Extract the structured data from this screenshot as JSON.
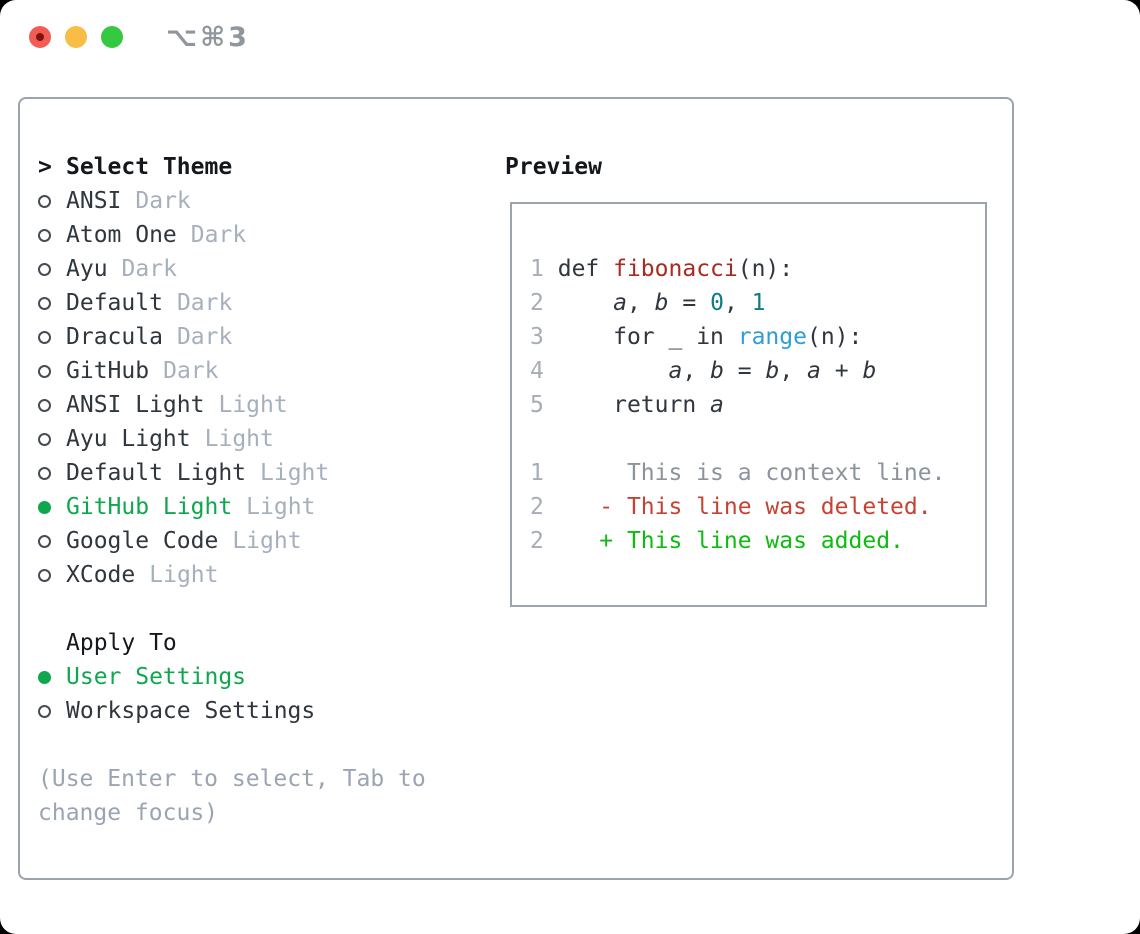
{
  "window": {
    "title": "⌥⌘3",
    "buttons": {
      "close": "close",
      "minimize": "minimize",
      "zoom": "zoom"
    }
  },
  "theme_list": {
    "header_prefix": ">",
    "header": "Select Theme",
    "items": [
      {
        "name": "ANSI",
        "tag": "Dark",
        "selected": false
      },
      {
        "name": "Atom One",
        "tag": "Dark",
        "selected": false
      },
      {
        "name": "Ayu",
        "tag": "Dark",
        "selected": false
      },
      {
        "name": "Default",
        "tag": "Dark",
        "selected": false
      },
      {
        "name": "Dracula",
        "tag": "Dark",
        "selected": false
      },
      {
        "name": "GitHub",
        "tag": "Dark",
        "selected": false
      },
      {
        "name": "ANSI Light",
        "tag": "Light",
        "selected": false
      },
      {
        "name": "Ayu Light",
        "tag": "Light",
        "selected": false
      },
      {
        "name": "Default Light",
        "tag": "Light",
        "selected": false
      },
      {
        "name": "GitHub Light",
        "tag": "Light",
        "selected": true
      },
      {
        "name": "Google Code",
        "tag": "Light",
        "selected": false
      },
      {
        "name": "XCode",
        "tag": "Light",
        "selected": false
      }
    ]
  },
  "apply_to": {
    "header": "Apply To",
    "options": [
      {
        "name": "User Settings",
        "selected": true
      },
      {
        "name": "Workspace Settings",
        "selected": false
      }
    ]
  },
  "help_text": "(Use Enter to select, Tab to change focus)",
  "preview": {
    "header": "Preview",
    "code_lines": [
      {
        "num": "1",
        "tokens": [
          {
            "text": "def ",
            "type": "plain"
          },
          {
            "text": "fibonacci",
            "type": "func"
          },
          {
            "text": "(n):",
            "type": "plain"
          }
        ]
      },
      {
        "num": "2",
        "tokens": [
          {
            "text": "    ",
            "type": "plain"
          },
          {
            "text": "a",
            "type": "var"
          },
          {
            "text": ", ",
            "type": "plain"
          },
          {
            "text": "b",
            "type": "var"
          },
          {
            "text": " = ",
            "type": "plain"
          },
          {
            "text": "0",
            "type": "num"
          },
          {
            "text": ", ",
            "type": "plain"
          },
          {
            "text": "1",
            "type": "num"
          }
        ]
      },
      {
        "num": "3",
        "tokens": [
          {
            "text": "    for _ in ",
            "type": "plain"
          },
          {
            "text": "range",
            "type": "builtin"
          },
          {
            "text": "(n):",
            "type": "plain"
          }
        ]
      },
      {
        "num": "4",
        "tokens": [
          {
            "text": "        ",
            "type": "plain"
          },
          {
            "text": "a",
            "type": "var"
          },
          {
            "text": ", ",
            "type": "plain"
          },
          {
            "text": "b",
            "type": "var"
          },
          {
            "text": " = ",
            "type": "plain"
          },
          {
            "text": "b",
            "type": "var"
          },
          {
            "text": ", ",
            "type": "plain"
          },
          {
            "text": "a",
            "type": "var"
          },
          {
            "text": " + ",
            "type": "plain"
          },
          {
            "text": "b",
            "type": "var"
          }
        ]
      },
      {
        "num": "5",
        "tokens": [
          {
            "text": "    return ",
            "type": "plain"
          },
          {
            "text": "a",
            "type": "var"
          }
        ]
      }
    ],
    "diff_lines": [
      {
        "num": "1",
        "marker": " ",
        "text": "This is a context line.",
        "type": "context"
      },
      {
        "num": "2",
        "marker": "-",
        "text": "This line was deleted.",
        "type": "deleted"
      },
      {
        "num": "2",
        "marker": "+",
        "text": "This line was added.",
        "type": "added"
      }
    ]
  },
  "colors": {
    "accent_green": "#0fa74e",
    "added_green": "#0dbc10",
    "deleted_red": "#c64232",
    "function_red": "#a82b21",
    "number_teal": "#0f7b82",
    "builtin_blue": "#2f9ed4",
    "muted_gray": "#a6b0bd",
    "border_gray": "#9aa3ae",
    "traffic_red": "#f25c54",
    "traffic_yellow": "#f8bd45",
    "traffic_green": "#35c841"
  }
}
